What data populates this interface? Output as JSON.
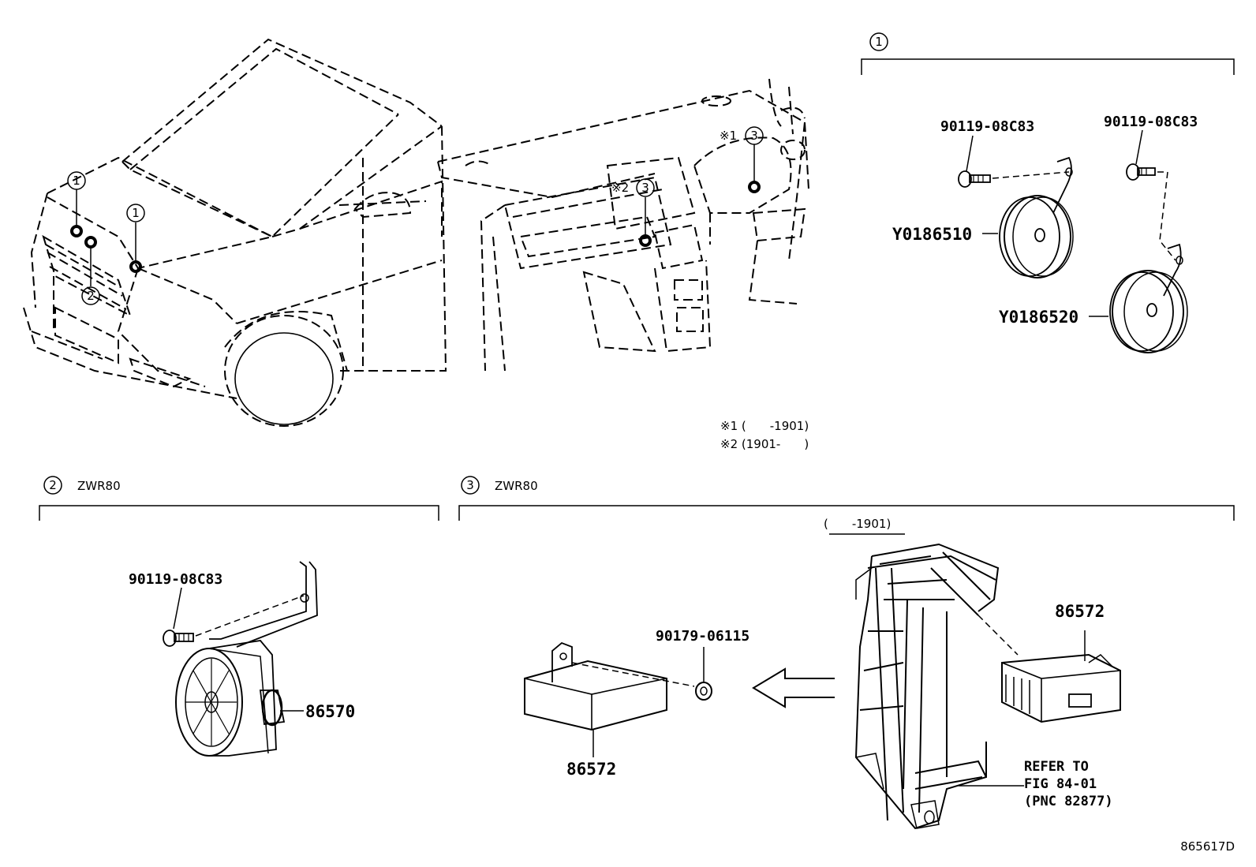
{
  "diagram_id": "865617D",
  "sections": {
    "s1": {
      "num": "1"
    },
    "s2": {
      "num": "2",
      "model": "ZWR80"
    },
    "s3": {
      "num": "3",
      "model": "ZWR80",
      "date_range": "(　　-1901)"
    }
  },
  "callouts": {
    "c1": "1",
    "c2": "2",
    "c3": "3"
  },
  "marks": {
    "m1": "※1",
    "m2": "※2"
  },
  "notes": {
    "n1": "※1 (　　-1901)",
    "n2": "※2 (1901-　　)"
  },
  "parts": {
    "bolt_a": "90119-08C83",
    "bolt_b": "90119-08C83",
    "bolt_c": "90119-08C83",
    "horn_low": "Y0186510",
    "horn_high": "Y0186520",
    "speaker": "86570",
    "nut": "90179-06115",
    "module_left": "86572",
    "module_right": "86572"
  },
  "refer": {
    "l1": "REFER TO",
    "l2": "FIG 84-01",
    "l3": "(PNC 82877)"
  }
}
